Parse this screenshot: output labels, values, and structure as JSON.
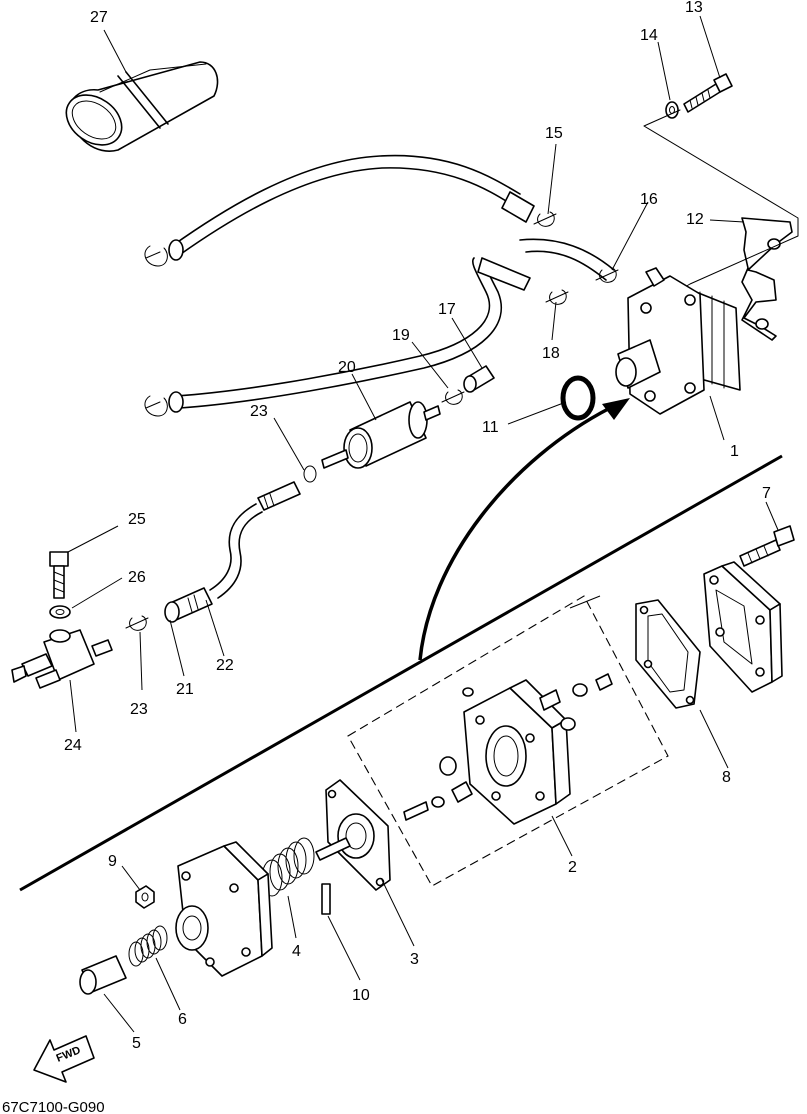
{
  "diagram": {
    "drawing_code": "67C7100-G090",
    "fwd_label": "FWD",
    "callouts": {
      "c1": "1",
      "c2": "2",
      "c3": "3",
      "c4": "4",
      "c5": "5",
      "c6": "6",
      "c7": "7",
      "c8": "8",
      "c9": "9",
      "c10": "10",
      "c11": "11",
      "c12": "12",
      "c13": "13",
      "c14": "14",
      "c15": "15",
      "c16": "16",
      "c17": "17",
      "c18": "18",
      "c19": "19",
      "c20": "20",
      "c21": "21",
      "c22": "22",
      "c23a": "23",
      "c23b": "23",
      "c24": "24",
      "c25": "25",
      "c26": "26",
      "c27": "27"
    }
  }
}
